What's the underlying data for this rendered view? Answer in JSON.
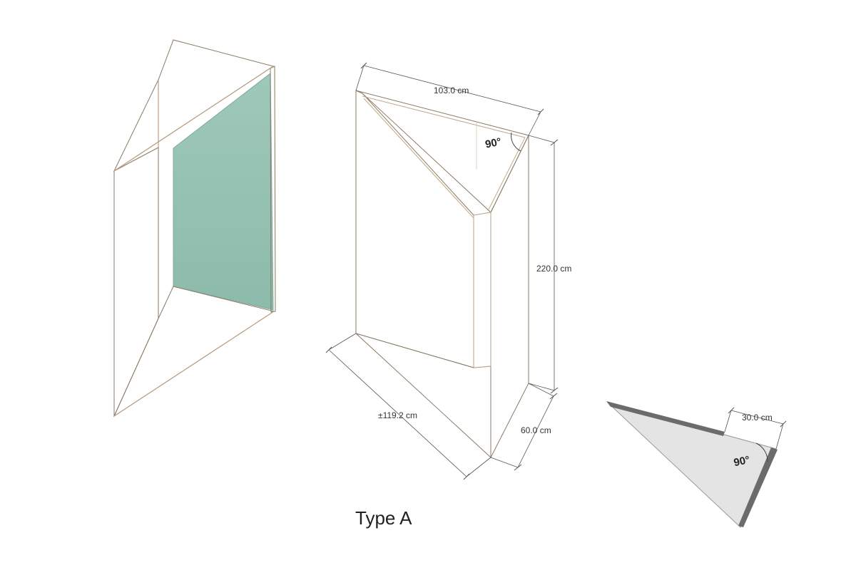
{
  "caption": "Type A",
  "dimensions": {
    "top_width": "103.0 cm",
    "height": "220.0 cm",
    "diagonal": "±119.2 cm",
    "depth": "60.0 cm",
    "plan_side": "30.0 cm"
  },
  "angles": {
    "main_view": "90°",
    "plan_view": "90°"
  },
  "colors": {
    "wood": "#ead8c3",
    "wood_light": "#f1e4d4",
    "wood_dark": "#dcc6ad",
    "wood_edge": "#c9b092",
    "green_panel": "#97c3b4",
    "plan_fill": "#e4e4e4",
    "plan_wall": "#6b6b6b"
  }
}
